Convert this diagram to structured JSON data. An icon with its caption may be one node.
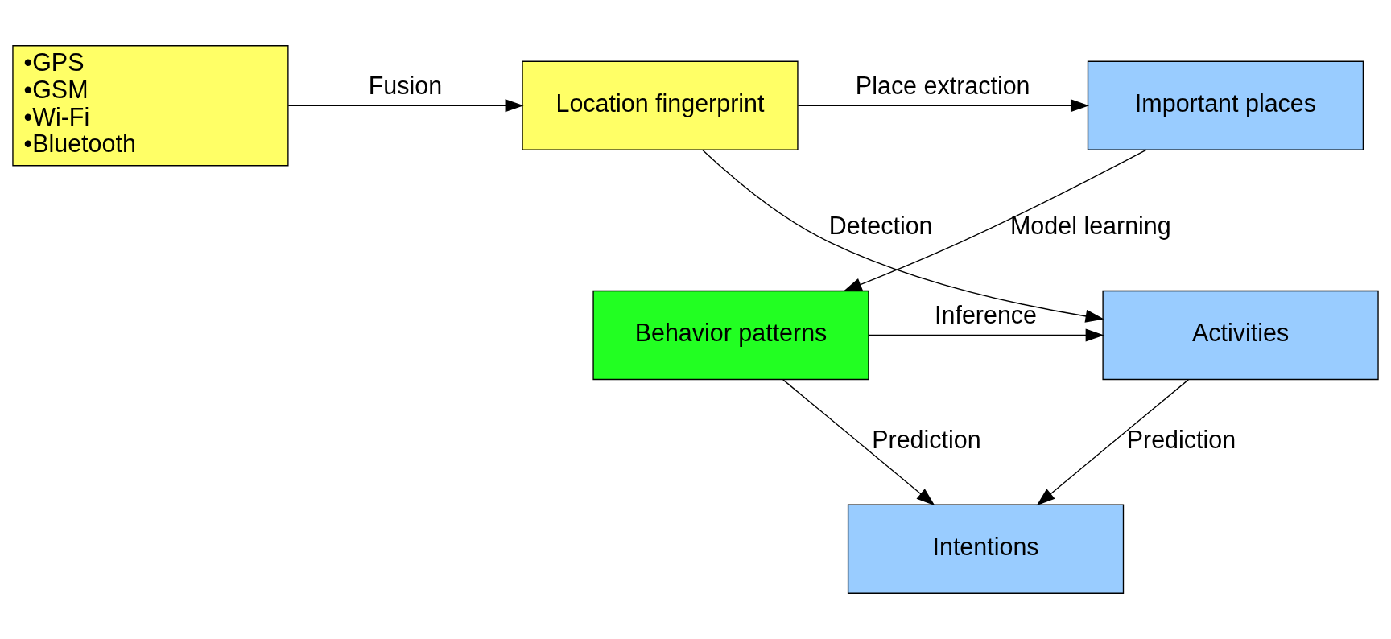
{
  "diagram": {
    "nodes": [
      {
        "text": [
          "•GPS",
          "•GSM",
          "•Wi-Fi",
          "•Bluetooth"
        ]
      },
      {
        "text": [
          "Location fingerprint"
        ]
      },
      {
        "text": [
          "Important places"
        ]
      },
      {
        "text": [
          "Activities"
        ]
      },
      {
        "text": [
          "Behavior patterns"
        ]
      },
      {
        "text": [
          "Intentions"
        ]
      }
    ],
    "edges": [
      {
        "from": 0,
        "to": 1,
        "arrow": "to",
        "label": "Fusion"
      },
      {
        "from": 1,
        "to": 2,
        "arrow": "to",
        "label": "Place extraction"
      },
      {
        "from": 1,
        "to": 3,
        "arrow": "to",
        "label": "Detection"
      },
      {
        "from": 2,
        "to": 4,
        "arrow": "to",
        "label": "Model learning"
      },
      {
        "from": 4,
        "to": 3,
        "arrow": "to",
        "label": "Inference"
      },
      {
        "from": 3,
        "to": 5,
        "arrow": "to",
        "label": "Prediction"
      },
      {
        "from": 4,
        "to": 5,
        "arrow": "to",
        "label": "Prediction"
      }
    ]
  }
}
